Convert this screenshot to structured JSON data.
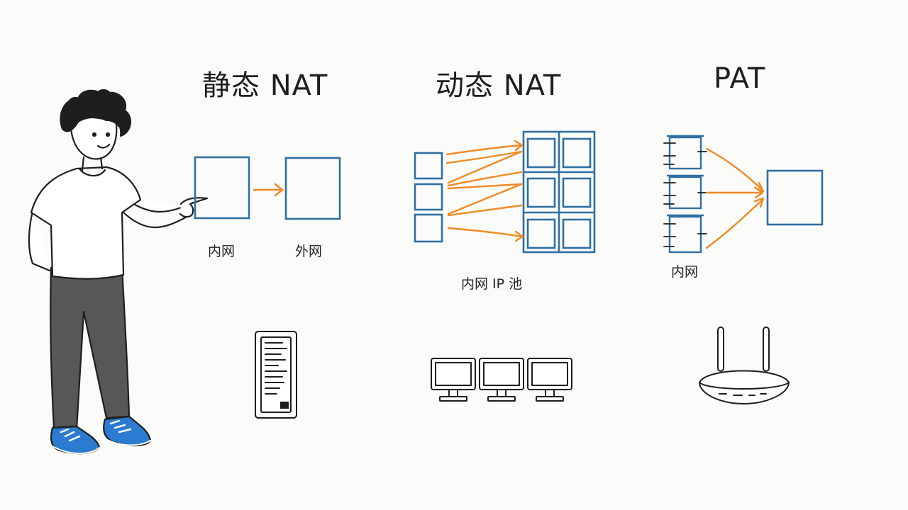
{
  "sections": {
    "static_nat": {
      "title": "静态 NAT",
      "inside_label": "内网",
      "outside_label": "外网"
    },
    "dynamic_nat": {
      "title": "动态 NAT",
      "pool_label": "内网 IP 池"
    },
    "pat": {
      "title": "PAT",
      "inside_label": "内网"
    }
  },
  "icons": [
    "person-icon",
    "server-tower-icon",
    "monitor-icon",
    "router-icon"
  ],
  "colors": {
    "box_blue": "#2f6fa3",
    "arrow_orange": "#f08a24",
    "ink": "#1e1e1e",
    "shoe_blue": "#2b7bd1"
  }
}
